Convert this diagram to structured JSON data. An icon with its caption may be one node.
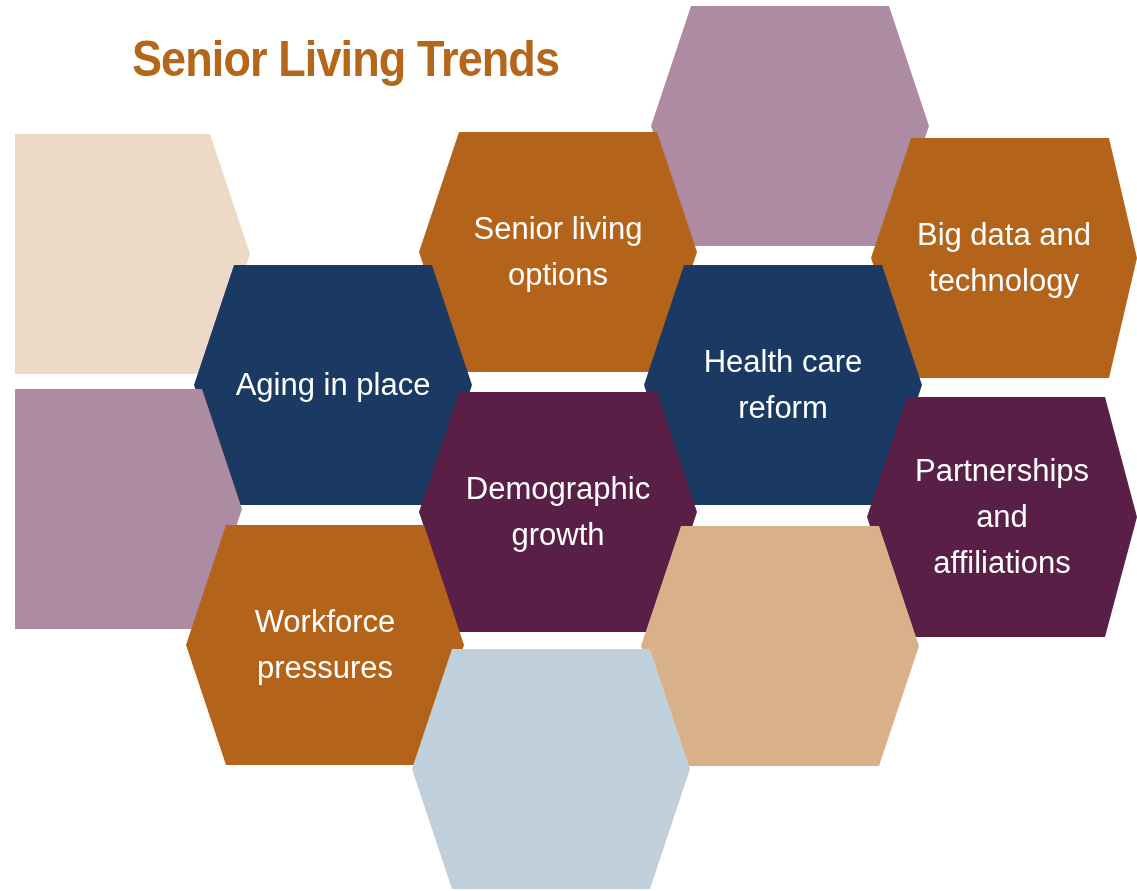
{
  "diagram": {
    "title": "Senior Living Trends",
    "nodes": [
      {
        "text": [],
        "shape": "hexagon"
      },
      {
        "text": [],
        "shape": "hexagon"
      },
      {
        "text": [
          "Senior living options"
        ]
      },
      {
        "text": [
          "Big data and technology"
        ]
      },
      {
        "text": [
          "Aging in place"
        ]
      },
      {
        "text": [
          "Health care reform"
        ]
      },
      {
        "text": [],
        "shape": "hexagon"
      },
      {
        "text": [
          "Demographic growth"
        ]
      },
      {
        "text": [
          "Partnerships and affiliations"
        ]
      },
      {
        "text": [
          "Workforce pressures"
        ]
      },
      {
        "text": [],
        "shape": "hexagon"
      },
      {
        "text": [],
        "shape": "hexagon"
      }
    ]
  }
}
